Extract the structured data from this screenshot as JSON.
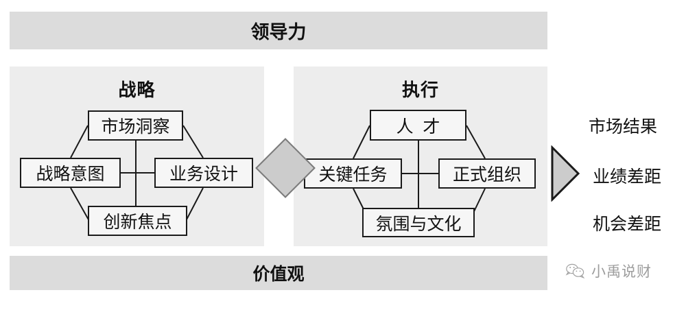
{
  "banners": {
    "top": "领导力",
    "bottom": "价值观"
  },
  "panels": {
    "strategy": {
      "title": "战略",
      "nodes": {
        "insight": "市场洞察",
        "intent": "战略意图",
        "design": "业务设计",
        "innovation": "创新焦点"
      }
    },
    "execution": {
      "title": "执行",
      "nodes": {
        "talent": "人才",
        "key_task": "关键任务",
        "formal_org": "正式组织",
        "culture": "氛围与文化"
      }
    }
  },
  "center_connector": {
    "shape": "diamond",
    "fill": "#cccccc",
    "stroke": "#7a7a7a"
  },
  "outcome_arrow": {
    "shape": "right-arrow",
    "fill": "#cccccc",
    "stroke": "#1a1a1a"
  },
  "results": [
    "市场结果",
    "业绩差距",
    "机会差距"
  ],
  "watermark": {
    "icon": "wechat-icon",
    "text": "小禹说财"
  },
  "colors": {
    "banner_bg": "#dcdcdc",
    "panel_bg": "#ededed",
    "node_bg": "#f6f6f6",
    "node_border": "#1a1a1a",
    "text": "#111111",
    "page_bg": "#ffffff"
  }
}
